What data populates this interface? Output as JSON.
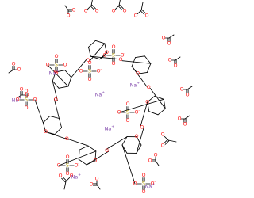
{
  "figure": {
    "kind": "skeletal-structure",
    "subject": "sulfated, acetylated cyclodextrin sodium salt",
    "colors": {
      "bond": "#000000",
      "oxygen": "#ff0d0d",
      "sulfur": "#b8a000",
      "sodium": "#7a3ea8"
    }
  },
  "labels": {
    "oxygen": "O",
    "sulfur": "S",
    "sodium": "Na",
    "plus": "+",
    "minus": "-"
  },
  "counts": {
    "sodium_ions": 7,
    "sulfate_groups": 7,
    "glucose_units": 7,
    "acetate_groups": 14
  }
}
